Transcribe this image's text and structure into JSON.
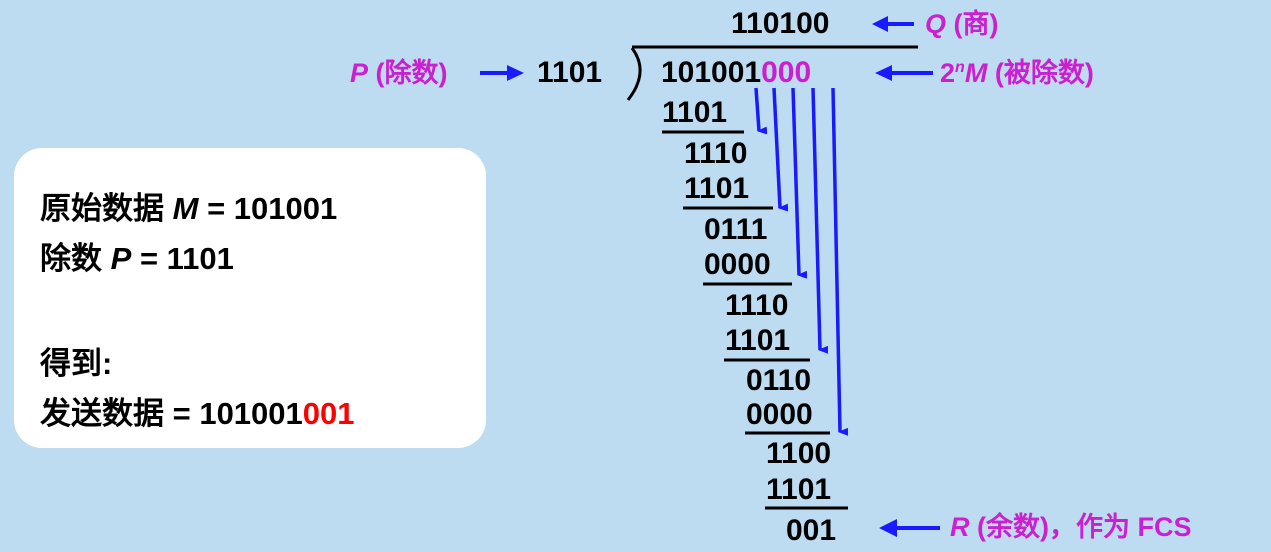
{
  "info_box": {
    "line1_prefix": "原始数据",
    "line1_var": "M",
    "line1_value": "= 101001",
    "line2_prefix": "除数",
    "line2_var": "P",
    "line2_value": "= 1101",
    "line3": "得到:",
    "line4_prefix": "发送数据 = 101001",
    "line4_suffix": "001"
  },
  "division": {
    "quotient": "110100",
    "divisor": "1101",
    "dividend_data": "101001",
    "dividend_padding": "000",
    "steps": [
      "1101",
      "1110",
      "1101",
      "0111",
      "0000",
      "1110",
      "1101",
      "0110",
      "0000",
      "1100",
      "1101",
      "001"
    ]
  },
  "labels": {
    "quotient_var": "Q",
    "quotient_text": "(商)",
    "divisor_var": "P",
    "divisor_text": "(除数)",
    "dividend_prefix": "2",
    "dividend_exp": "n",
    "dividend_var": "M",
    "dividend_text": "(被除数)",
    "remainder_var": "R",
    "remainder_text": "(余数)，作为 FCS"
  },
  "colors": {
    "background": "#bddcf1",
    "arrow": "#1a1aff",
    "label": "#cc1fcf",
    "highlight": "#ff0000"
  }
}
